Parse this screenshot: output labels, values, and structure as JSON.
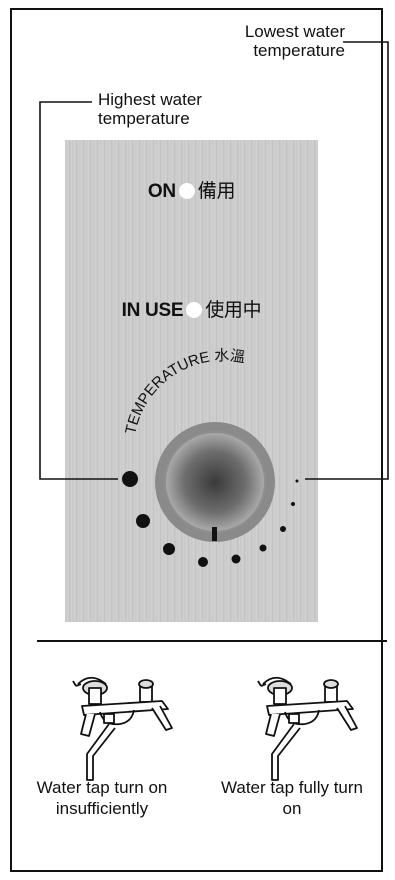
{
  "labels": {
    "lowest": "Lowest water temperature",
    "highest": "Highest water temperature"
  },
  "panel": {
    "on_text": "ON",
    "on_cn": "備用",
    "inuse_text": "IN USE",
    "inuse_cn": "使用中",
    "dial_label": "TEMPERATURE 水溫"
  },
  "captions": {
    "left": "Water tap turn on insufficiently",
    "right": "Water tap fully turn on"
  }
}
